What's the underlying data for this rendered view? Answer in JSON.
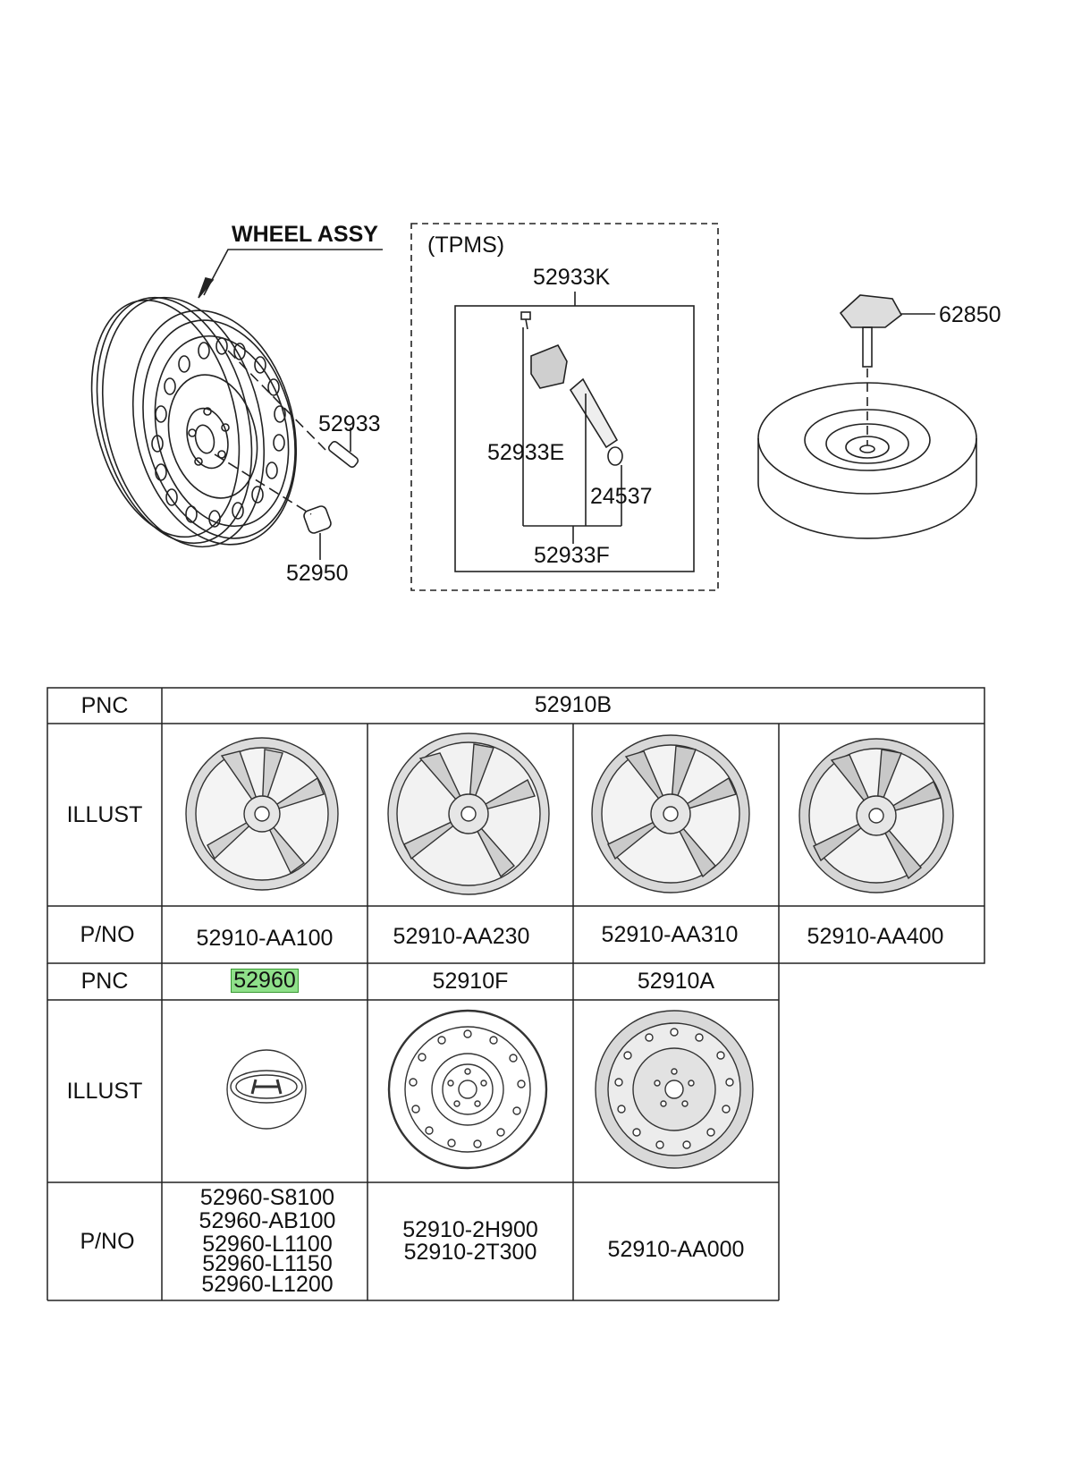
{
  "diagram": {
    "wheel_assy_label": "WHEEL ASSY",
    "tpms_label": "(TPMS)",
    "callouts": {
      "c52933": "52933",
      "c52950": "52950",
      "c52933K": "52933K",
      "c52933E": "52933E",
      "c24537": "24537",
      "c52933F": "52933F",
      "c62850": "62850"
    }
  },
  "table": {
    "row1": {
      "pnc_header": "PNC",
      "pnc_value": "52910B",
      "illust_header": "ILLUST",
      "pno_header": "P/NO",
      "pnos": [
        "52910-AA100",
        "52910-AA230",
        "52910-AA310",
        "52910-AA400"
      ]
    },
    "row2": {
      "pnc_header": "PNC",
      "pncs": [
        "52960",
        "52910F",
        "52910A"
      ],
      "illust_header": "ILLUST",
      "pno_header": "P/NO",
      "pno_col1": [
        "52960-S8100",
        "52960-AB100",
        "52960-L1100",
        "52960-L1150",
        "52960-L1200"
      ],
      "pno_col2": [
        "52910-2H900",
        "52910-2T300"
      ],
      "pno_col3": "52910-AA000"
    },
    "highlight_color": "#8fe08a"
  }
}
